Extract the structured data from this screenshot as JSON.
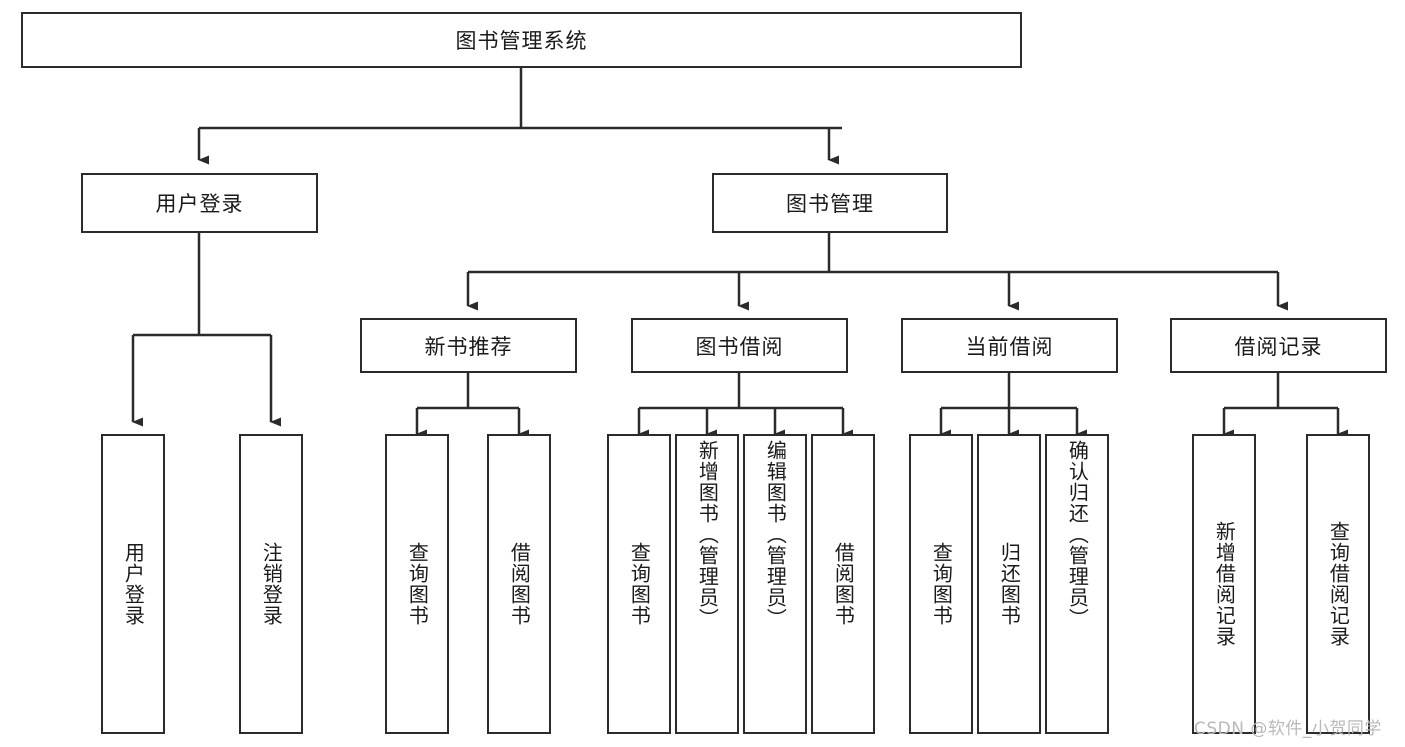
{
  "diagram": {
    "type": "tree-hierarchy",
    "title": "图书管理系统",
    "root": {
      "label": "图书管理系统"
    },
    "level2": [
      {
        "label": "用户登录"
      },
      {
        "label": "图书管理"
      }
    ],
    "level3": [
      {
        "label": "新书推荐"
      },
      {
        "label": "图书借阅"
      },
      {
        "label": "当前借阅"
      },
      {
        "label": "借阅记录"
      }
    ],
    "leaves": {
      "user_login": [
        {
          "label": "用户登录"
        },
        {
          "label": "注销登录"
        }
      ],
      "new_book_recommend": [
        {
          "label": "查询图书"
        },
        {
          "label": "借阅图书"
        }
      ],
      "book_borrow": [
        {
          "label": "查询图书"
        },
        {
          "label": "新增图书（管理员）"
        },
        {
          "label": "编辑图书（管理员）"
        },
        {
          "label": "借阅图书"
        }
      ],
      "current_borrow": [
        {
          "label": "查询图书"
        },
        {
          "label": "归还图书"
        },
        {
          "label": "确认归还（管理员）"
        }
      ],
      "borrow_records": [
        {
          "label": "新增借阅记录"
        },
        {
          "label": "查询借阅记录"
        }
      ]
    }
  },
  "watermark": {
    "text": "CSDN @软件_小贺同学"
  },
  "colors": {
    "box_border": "#2b2b2b",
    "box_fill": "#ffffff",
    "connector": "#2b2b2b",
    "text": "#1a1a1a",
    "watermark": "#b9b9b9",
    "background": "#ffffff"
  }
}
